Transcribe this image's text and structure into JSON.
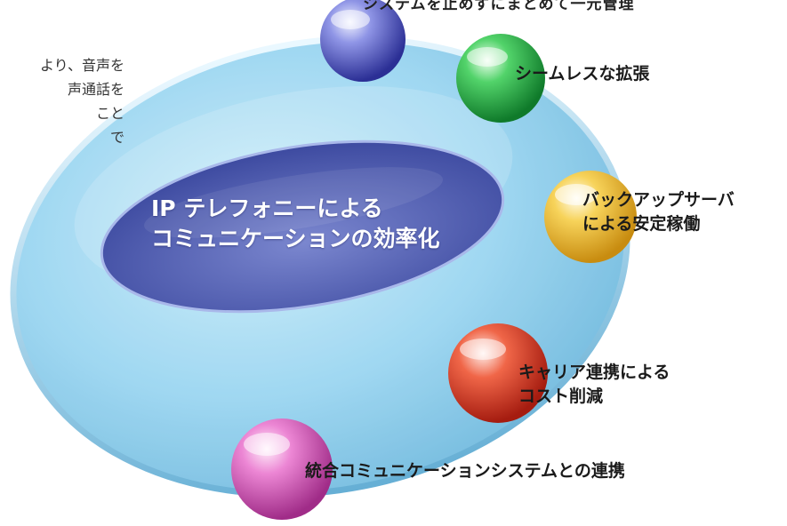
{
  "side_text": {
    "lines": [
      "より、音声を",
      "声通話を",
      "こと",
      "で"
    ]
  },
  "top_text": "システムを止めずにまとめて一元管理",
  "center": {
    "lines": [
      "IP テレフォニーによる",
      "コミュニケーションの効率化"
    ]
  },
  "features": [
    {
      "lines": [
        "シームレスな拡張"
      ],
      "color": "green"
    },
    {
      "lines": [
        "バックアップサーバ",
        "による安定稼働"
      ],
      "color": "yellow"
    },
    {
      "lines": [
        "キャリア連携による",
        "コスト削減"
      ],
      "color": "red"
    },
    {
      "lines": [
        "統合コミュニケーションシステムとの連携"
      ],
      "color": "pink"
    }
  ],
  "sphere_colors": {
    "blue": "#6f74d8",
    "green": "#2eb84a",
    "yellow": "#f2c23a",
    "red": "#e2402c",
    "pink": "#e060c0"
  }
}
